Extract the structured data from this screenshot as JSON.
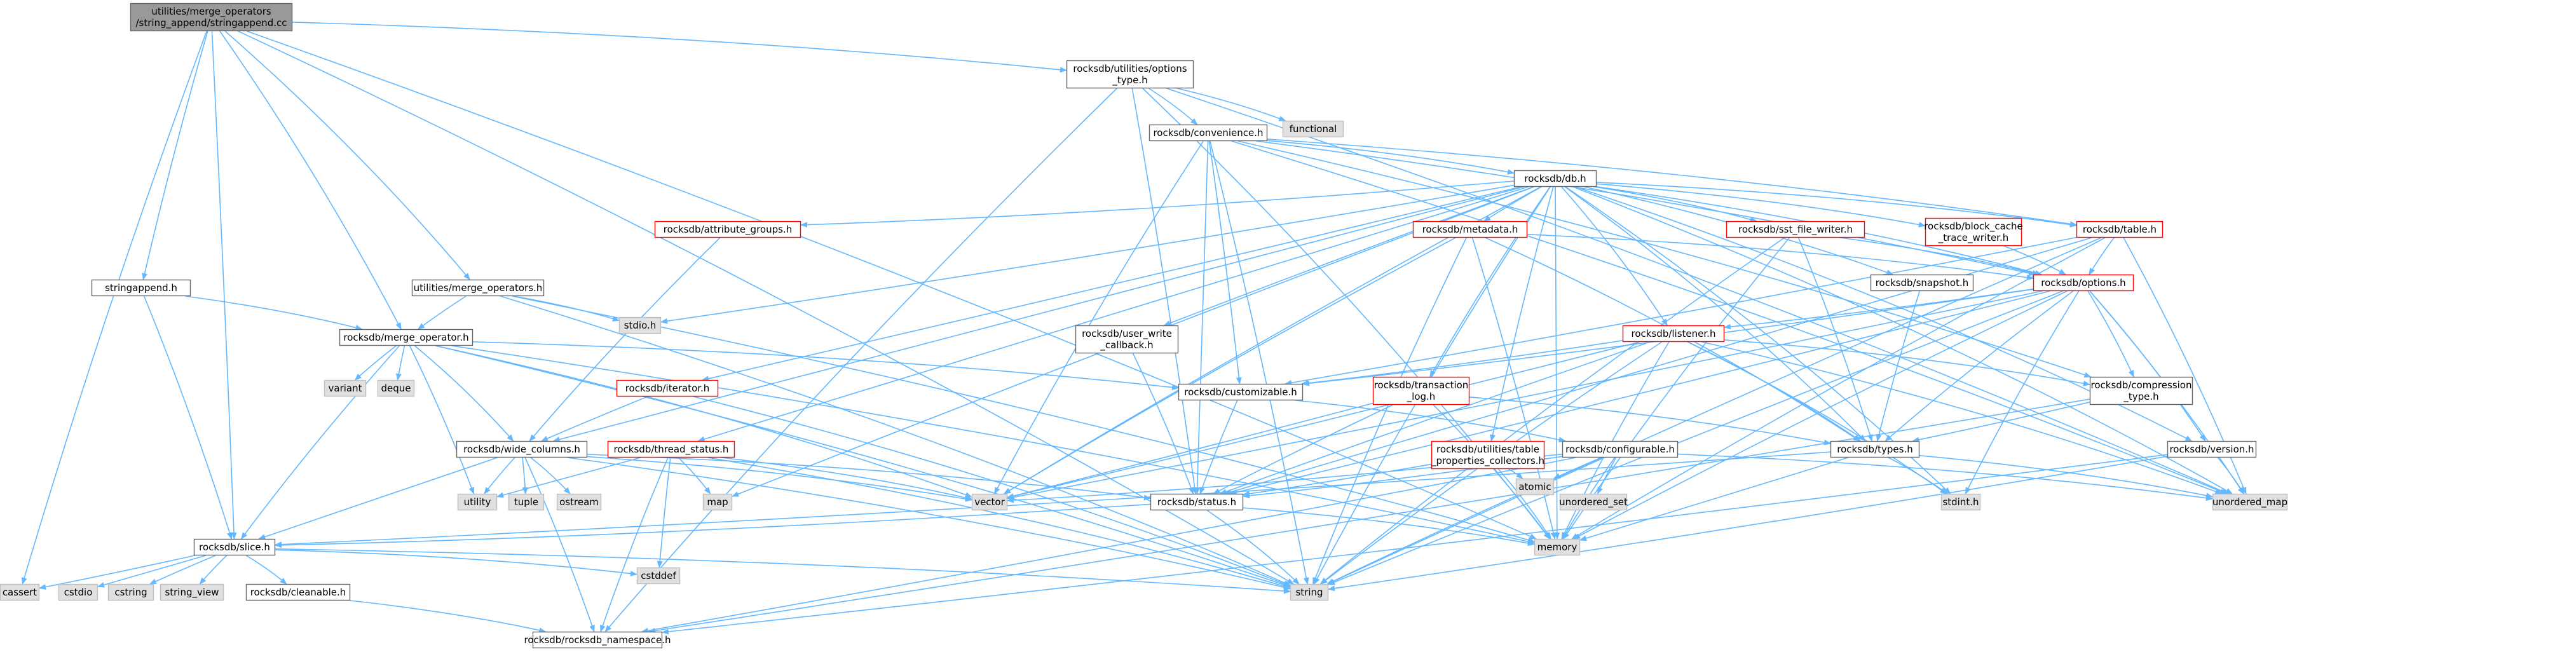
{
  "colors": {
    "edge": "#63b8ff",
    "edge_dark": "#404040",
    "node_stroke": "#666666",
    "node_stroke_red": "#ff0000",
    "node_fill_sys": "#e0e0e0",
    "node_fill_root": "#999999",
    "text": "#000000",
    "text_red": "#ff0000"
  },
  "nodes": {
    "root": {
      "lines": [
        "utilities/merge_operators",
        "/string_append/stringappend.cc"
      ],
      "kind": "root"
    },
    "utilities_options_type": {
      "lines": [
        "rocksdb/utilities/options",
        "_type.h"
      ],
      "kind": "file"
    },
    "functional": {
      "lines": [
        "functional"
      ],
      "kind": "sys"
    },
    "convenience": {
      "lines": [
        "rocksdb/convenience.h"
      ],
      "kind": "file"
    },
    "db": {
      "lines": [
        "rocksdb/db.h"
      ],
      "kind": "file"
    },
    "stringappend": {
      "lines": [
        "stringappend.h"
      ],
      "kind": "file"
    },
    "merge_operators": {
      "lines": [
        "utilities/merge_operators.h"
      ],
      "kind": "file"
    },
    "attribute_groups": {
      "lines": [
        "rocksdb/attribute_groups.h"
      ],
      "kind": "red"
    },
    "metadata": {
      "lines": [
        "rocksdb/metadata.h"
      ],
      "kind": "red"
    },
    "sst_file_writer": {
      "lines": [
        "rocksdb/sst_file_writer.h"
      ],
      "kind": "red"
    },
    "block_cache_trace": {
      "lines": [
        "rocksdb/block_cache",
        "_trace_writer.h"
      ],
      "kind": "red"
    },
    "table": {
      "lines": [
        "rocksdb/table.h"
      ],
      "kind": "red"
    },
    "stdio": {
      "lines": [
        "stdio.h"
      ],
      "kind": "sys"
    },
    "merge_operator": {
      "lines": [
        "rocksdb/merge_operator.h"
      ],
      "kind": "file"
    },
    "snapshot": {
      "lines": [
        "rocksdb/snapshot.h"
      ],
      "kind": "file"
    },
    "options": {
      "lines": [
        "rocksdb/options.h"
      ],
      "kind": "red"
    },
    "user_write_callback": {
      "lines": [
        "rocksdb/user_write",
        "_callback.h"
      ],
      "kind": "file"
    },
    "listener": {
      "lines": [
        "rocksdb/listener.h"
      ],
      "kind": "red"
    },
    "variant": {
      "lines": [
        "variant"
      ],
      "kind": "sys"
    },
    "deque": {
      "lines": [
        "deque"
      ],
      "kind": "sys"
    },
    "iterator": {
      "lines": [
        "rocksdb/iterator.h"
      ],
      "kind": "red"
    },
    "transaction_log": {
      "lines": [
        "rocksdb/transaction",
        "_log.h"
      ],
      "kind": "red"
    },
    "customizable": {
      "lines": [
        "rocksdb/customizable.h"
      ],
      "kind": "file"
    },
    "compression_type": {
      "lines": [
        "rocksdb/compression",
        "_type.h"
      ],
      "kind": "file"
    },
    "wide_columns": {
      "lines": [
        "rocksdb/wide_columns.h"
      ],
      "kind": "file"
    },
    "thread_status": {
      "lines": [
        "rocksdb/thread_status.h"
      ],
      "kind": "red"
    },
    "table_properties_collectors": {
      "lines": [
        "rocksdb/utilities/table",
        "_properties_collectors.h"
      ],
      "kind": "red"
    },
    "configurable": {
      "lines": [
        "rocksdb/configurable.h"
      ],
      "kind": "file"
    },
    "types": {
      "lines": [
        "rocksdb/types.h"
      ],
      "kind": "file"
    },
    "version": {
      "lines": [
        "rocksdb/version.h"
      ],
      "kind": "file"
    },
    "utility": {
      "lines": [
        "utility"
      ],
      "kind": "sys"
    },
    "tuple": {
      "lines": [
        "tuple"
      ],
      "kind": "sys"
    },
    "ostream": {
      "lines": [
        "ostream"
      ],
      "kind": "sys"
    },
    "map": {
      "lines": [
        "map"
      ],
      "kind": "sys"
    },
    "vector": {
      "lines": [
        "vector"
      ],
      "kind": "sys"
    },
    "status": {
      "lines": [
        "rocksdb/status.h"
      ],
      "kind": "file"
    },
    "atomic": {
      "lines": [
        "atomic"
      ],
      "kind": "sys"
    },
    "unordered_set": {
      "lines": [
        "unordered_set"
      ],
      "kind": "sys"
    },
    "stdint": {
      "lines": [
        "stdint.h"
      ],
      "kind": "sys"
    },
    "unordered_map": {
      "lines": [
        "unordered_map"
      ],
      "kind": "sys"
    },
    "slice": {
      "lines": [
        "rocksdb/slice.h"
      ],
      "kind": "file"
    },
    "memory": {
      "lines": [
        "memory"
      ],
      "kind": "sys"
    },
    "cassert": {
      "lines": [
        "cassert"
      ],
      "kind": "sys"
    },
    "cstdio": {
      "lines": [
        "cstdio"
      ],
      "kind": "sys"
    },
    "cstring": {
      "lines": [
        "cstring"
      ],
      "kind": "sys"
    },
    "string_view": {
      "lines": [
        "string_view"
      ],
      "kind": "sys"
    },
    "cleanable": {
      "lines": [
        "rocksdb/cleanable.h"
      ],
      "kind": "file"
    },
    "cstddef": {
      "lines": [
        "cstddef"
      ],
      "kind": "sys"
    },
    "string": {
      "lines": [
        "string"
      ],
      "kind": "sys"
    },
    "rocksdb_namespace": {
      "lines": [
        "rocksdb/rocksdb_namespace.h"
      ],
      "kind": "file"
    }
  },
  "edges": [
    [
      "root",
      "utilities_options_type"
    ],
    [
      "root",
      "stringappend"
    ],
    [
      "root",
      "merge_operators"
    ],
    [
      "root",
      "merge_operator"
    ],
    [
      "root",
      "slice"
    ],
    [
      "root",
      "cassert"
    ],
    [
      "root",
      "memory"
    ],
    [
      "root",
      "string"
    ],
    [
      "utilities_options_type",
      "convenience"
    ],
    [
      "utilities_options_type",
      "functional"
    ],
    [
      "utilities_options_type",
      "status"
    ],
    [
      "utilities_options_type",
      "memory"
    ],
    [
      "utilities_options_type",
      "rocksdb_namespace"
    ],
    [
      "utilities_options_type",
      "unordered_map"
    ],
    [
      "convenience",
      "db"
    ],
    [
      "convenience",
      "compression_type"
    ],
    [
      "convenience",
      "customizable"
    ],
    [
      "convenience",
      "status"
    ],
    [
      "convenience",
      "vector"
    ],
    [
      "convenience",
      "unordered_map"
    ],
    [
      "convenience",
      "options"
    ],
    [
      "convenience",
      "table"
    ],
    [
      "convenience",
      "string"
    ],
    [
      "db",
      "attribute_groups"
    ],
    [
      "db",
      "metadata"
    ],
    [
      "db",
      "sst_file_writer"
    ],
    [
      "db",
      "block_cache_trace"
    ],
    [
      "db",
      "table"
    ],
    [
      "db",
      "stdio"
    ],
    [
      "db",
      "snapshot"
    ],
    [
      "db",
      "options"
    ],
    [
      "db",
      "user_write_callback"
    ],
    [
      "db",
      "listener"
    ],
    [
      "db",
      "iterator"
    ],
    [
      "db",
      "transaction_log"
    ],
    [
      "db",
      "wide_columns"
    ],
    [
      "db",
      "thread_status"
    ],
    [
      "db",
      "table_properties_collectors"
    ],
    [
      "db",
      "types"
    ],
    [
      "db",
      "version"
    ],
    [
      "db",
      "map"
    ],
    [
      "db",
      "vector"
    ],
    [
      "db",
      "memory"
    ],
    [
      "db",
      "string"
    ],
    [
      "db",
      "unordered_map"
    ],
    [
      "db",
      "stdint"
    ],
    [
      "stringappend",
      "merge_operator"
    ],
    [
      "stringappend",
      "slice"
    ],
    [
      "merge_operators",
      "merge_operator"
    ],
    [
      "merge_operators",
      "stdio"
    ],
    [
      "merge_operators",
      "memory"
    ],
    [
      "merge_operators",
      "string"
    ],
    [
      "merge_operator",
      "variant"
    ],
    [
      "merge_operator",
      "deque"
    ],
    [
      "merge_operator",
      "customizable"
    ],
    [
      "merge_operator",
      "wide_columns"
    ],
    [
      "merge_operator",
      "slice"
    ],
    [
      "merge_operator",
      "utility"
    ],
    [
      "merge_operator",
      "vector"
    ],
    [
      "merge_operator",
      "memory"
    ],
    [
      "merge_operator",
      "string"
    ],
    [
      "attribute_groups",
      "wide_columns"
    ],
    [
      "metadata",
      "options"
    ],
    [
      "metadata",
      "types"
    ],
    [
      "metadata",
      "vector"
    ],
    [
      "metadata",
      "string"
    ],
    [
      "metadata",
      "memory"
    ],
    [
      "sst_file_writer",
      "options"
    ],
    [
      "sst_file_writer",
      "types"
    ],
    [
      "sst_file_writer",
      "memory"
    ],
    [
      "sst_file_writer",
      "string"
    ],
    [
      "block_cache_trace",
      "options"
    ],
    [
      "table",
      "options"
    ],
    [
      "table",
      "customizable"
    ],
    [
      "table",
      "status"
    ],
    [
      "table",
      "unordered_map"
    ],
    [
      "table",
      "memory"
    ],
    [
      "table",
      "string"
    ],
    [
      "snapshot",
      "types"
    ],
    [
      "options",
      "listener"
    ],
    [
      "options",
      "customizable"
    ],
    [
      "options",
      "compression_type"
    ],
    [
      "options",
      "types"
    ],
    [
      "options",
      "version"
    ],
    [
      "options",
      "stdint"
    ],
    [
      "options",
      "unordered_map"
    ],
    [
      "options",
      "vector"
    ],
    [
      "options",
      "memory"
    ],
    [
      "options",
      "string"
    ],
    [
      "options",
      "status"
    ],
    [
      "user_write_callback",
      "status"
    ],
    [
      "listener",
      "customizable"
    ],
    [
      "listener",
      "compression_type"
    ],
    [
      "listener",
      "types"
    ],
    [
      "listener",
      "status"
    ],
    [
      "listener",
      "stdint"
    ],
    [
      "listener",
      "unordered_map"
    ],
    [
      "listener",
      "vector"
    ],
    [
      "listener",
      "memory"
    ],
    [
      "listener",
      "string"
    ],
    [
      "iterator",
      "wide_columns"
    ],
    [
      "iterator",
      "string"
    ],
    [
      "transaction_log",
      "status"
    ],
    [
      "transaction_log",
      "types"
    ],
    [
      "transaction_log",
      "vector"
    ],
    [
      "transaction_log",
      "memory"
    ],
    [
      "customizable",
      "configurable"
    ],
    [
      "customizable",
      "status"
    ],
    [
      "compression_type",
      "types"
    ],
    [
      "compression_type",
      "rocksdb_namespace"
    ],
    [
      "wide_columns",
      "slice"
    ],
    [
      "wide_columns",
      "status"
    ],
    [
      "wide_columns",
      "utility"
    ],
    [
      "wide_columns",
      "tuple"
    ],
    [
      "wide_columns",
      "ostream"
    ],
    [
      "wide_columns",
      "vector"
    ],
    [
      "wide_columns",
      "string"
    ],
    [
      "wide_columns",
      "rocksdb_namespace"
    ],
    [
      "thread_status",
      "map"
    ],
    [
      "thread_status",
      "cstddef"
    ],
    [
      "thread_status",
      "vector"
    ],
    [
      "thread_status",
      "string"
    ],
    [
      "thread_status",
      "rocksdb_namespace"
    ],
    [
      "thread_status",
      "utility"
    ],
    [
      "table_properties_collectors",
      "status"
    ],
    [
      "table_properties_collectors",
      "atomic"
    ],
    [
      "table_properties_collectors",
      "memory"
    ],
    [
      "configurable",
      "status"
    ],
    [
      "configurable",
      "atomic"
    ],
    [
      "configurable",
      "unordered_set"
    ],
    [
      "configurable",
      "unordered_map"
    ],
    [
      "configurable",
      "vector"
    ],
    [
      "configurable",
      "memory"
    ],
    [
      "configurable",
      "string"
    ],
    [
      "configurable",
      "rocksdb_namespace"
    ],
    [
      "types",
      "slice"
    ],
    [
      "types",
      "stdint"
    ],
    [
      "types",
      "unordered_map"
    ],
    [
      "types",
      "memory"
    ],
    [
      "version",
      "unordered_map"
    ],
    [
      "version",
      "string"
    ],
    [
      "version",
      "rocksdb_namespace"
    ],
    [
      "status",
      "memory"
    ],
    [
      "status",
      "string"
    ],
    [
      "status",
      "slice"
    ],
    [
      "slice",
      "cassert"
    ],
    [
      "slice",
      "cstdio"
    ],
    [
      "slice",
      "cstring"
    ],
    [
      "slice",
      "string_view"
    ],
    [
      "slice",
      "cleanable"
    ],
    [
      "slice",
      "cstddef"
    ],
    [
      "slice",
      "string"
    ],
    [
      "cleanable",
      "rocksdb_namespace"
    ]
  ]
}
